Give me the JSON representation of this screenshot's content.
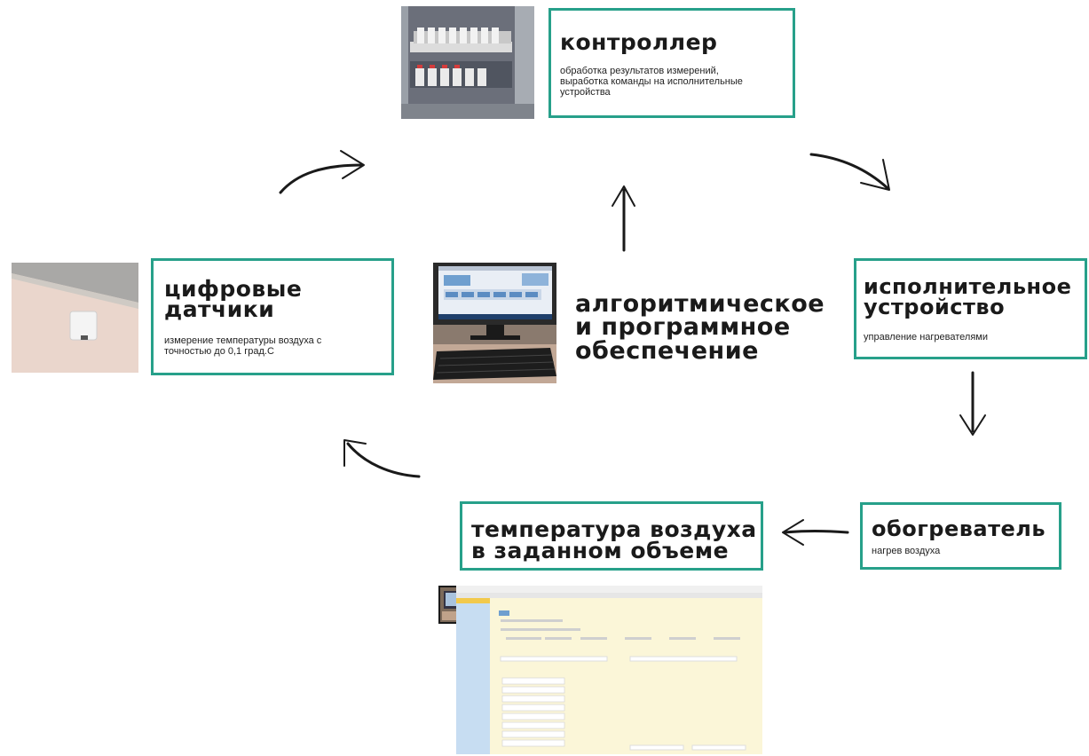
{
  "controller": {
    "title": "контроллер",
    "desc": "обработка результатов измерений, выработка команды на исполнительные устройства"
  },
  "sensors": {
    "title_line1": "цифровые",
    "title_line2": "датчики",
    "desc": "измерение температуры воздуха с точностью до 0,1 град.С"
  },
  "actuator": {
    "title_line1": "исполнительное",
    "title_line2": "устройство",
    "desc": "управление нагревателями"
  },
  "heater": {
    "title": "обогреватель",
    "desc": "нагрев воздуха"
  },
  "air_temp": {
    "title_line1": "температура воздуха",
    "title_line2": "в заданном объеме"
  },
  "software": {
    "line1": "алгоритмическое",
    "line2": "и программное",
    "line3": "обеспечение"
  },
  "colors": {
    "box_border": "#27a08a",
    "text": "#1a1a1a"
  }
}
